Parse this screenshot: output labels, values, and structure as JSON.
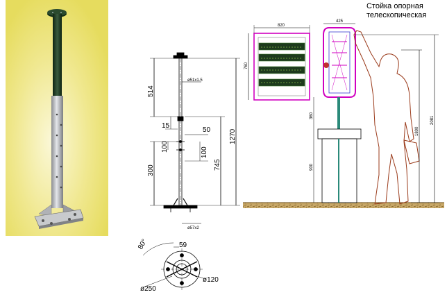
{
  "title_line1": "Стойка опорная",
  "title_line2": "телескопическая",
  "elevation_dims": {
    "d_514": "514",
    "d_15": "15",
    "d_50": "50",
    "d_100a": "100",
    "d_100b": "100",
    "d_300": "300",
    "d_745": "745",
    "d_1270": "1270",
    "tube_top": "ø51x1.5",
    "tube_bottom": "ø57x2"
  },
  "flange_dims": {
    "angle": "80°",
    "d_59": "59",
    "d_250": "ø250",
    "d_120": "ø120"
  },
  "stand_dims": {
    "width_820": "820",
    "width_425": "425",
    "height_760": "760",
    "height_360": "360",
    "height_900": "900",
    "height_1800": "1800",
    "height_2081": "2081"
  },
  "colors": {
    "accent_magenta": "#d000c0",
    "stand_green": "#2a8a7a",
    "ground_brown": "#8a6a2a",
    "person_outline": "#9a3a1a",
    "pole_dark": "#1f3a22",
    "render_bg": "#e8e070"
  }
}
